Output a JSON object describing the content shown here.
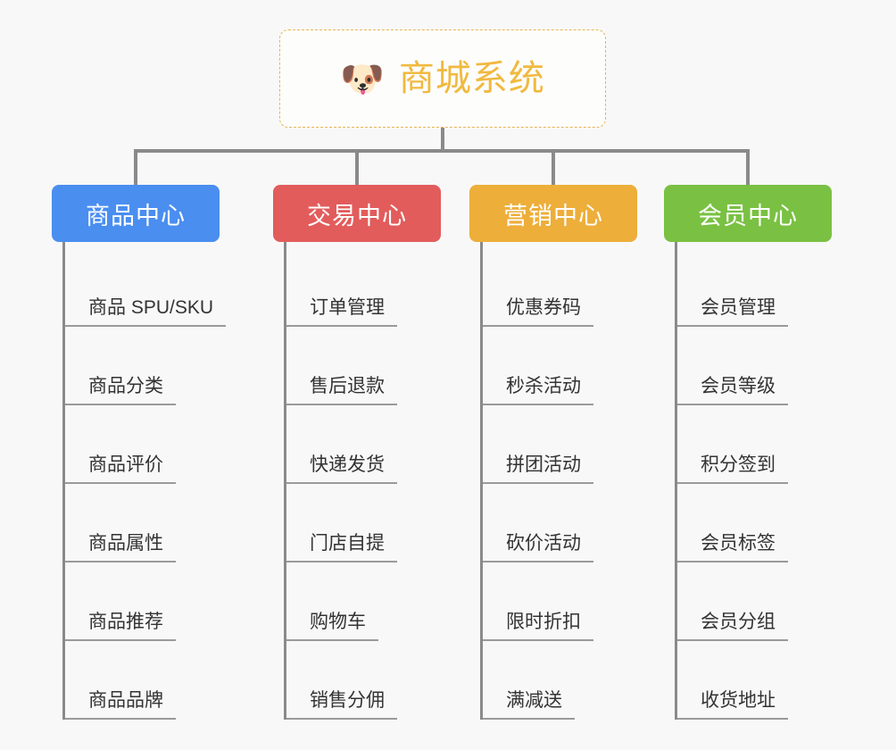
{
  "root": {
    "icon": "dog-face-emoji",
    "icon_glyph": "🐶",
    "title": "商城系统",
    "title_color": "#f0b93f",
    "border_color": "#e8b455"
  },
  "connector_color": "#8a8a8a",
  "background_color": "#f8f8f8",
  "categories": [
    {
      "label": "商品中心",
      "color": "#4a8ef0",
      "items": [
        {
          "label": "商品 SPU/SKU"
        },
        {
          "label": "商品分类"
        },
        {
          "label": "商品评价"
        },
        {
          "label": "商品属性"
        },
        {
          "label": "商品推荐"
        },
        {
          "label": "商品品牌"
        }
      ]
    },
    {
      "label": "交易中心",
      "color": "#e25c5c",
      "items": [
        {
          "label": "订单管理"
        },
        {
          "label": "售后退款"
        },
        {
          "label": "快递发货"
        },
        {
          "label": "门店自提"
        },
        {
          "label": "购物车"
        },
        {
          "label": "销售分佣"
        }
      ]
    },
    {
      "label": "营销中心",
      "color": "#edae3a",
      "items": [
        {
          "label": "优惠券码"
        },
        {
          "label": "秒杀活动"
        },
        {
          "label": "拼团活动"
        },
        {
          "label": "砍价活动"
        },
        {
          "label": "限时折扣"
        },
        {
          "label": "满减送"
        }
      ]
    },
    {
      "label": "会员中心",
      "color": "#7ac143",
      "items": [
        {
          "label": "会员管理"
        },
        {
          "label": "会员等级"
        },
        {
          "label": "积分签到"
        },
        {
          "label": "会员标签"
        },
        {
          "label": "会员分组"
        },
        {
          "label": "收货地址"
        }
      ]
    }
  ]
}
